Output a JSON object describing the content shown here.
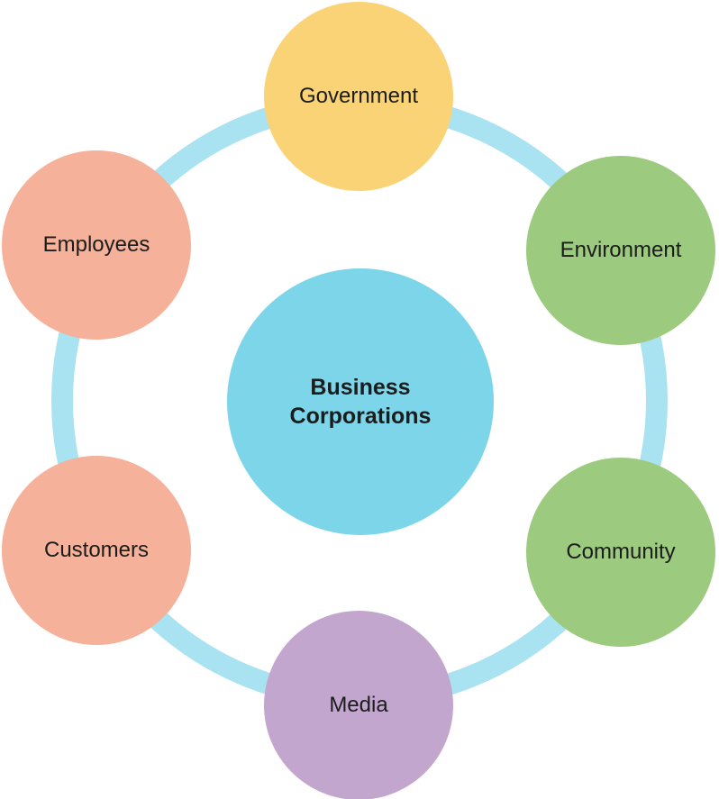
{
  "diagram": {
    "type": "radial-stakeholder-diagram",
    "background_color": "#ffffff",
    "text_color": "#1c1c1c",
    "ring": {
      "color": "#a9e3f2"
    },
    "center": {
      "label": "Business Corporations",
      "label_lines": [
        "Business",
        "Corporations"
      ],
      "color": "#7cd5e8"
    },
    "nodes": [
      {
        "id": "government",
        "label": "Government",
        "color": "#f9d376",
        "position": "top"
      },
      {
        "id": "environment",
        "label": "Environment",
        "color": "#9ccb7f",
        "position": "upper-right"
      },
      {
        "id": "community",
        "label": "Community",
        "color": "#9ccb7f",
        "position": "lower-right"
      },
      {
        "id": "media",
        "label": "Media",
        "color": "#c3a6ce",
        "position": "bottom"
      },
      {
        "id": "customers",
        "label": "Customers",
        "color": "#f5b199",
        "position": "lower-left"
      },
      {
        "id": "employees",
        "label": "Employees",
        "color": "#f5b199",
        "position": "upper-left"
      }
    ]
  }
}
